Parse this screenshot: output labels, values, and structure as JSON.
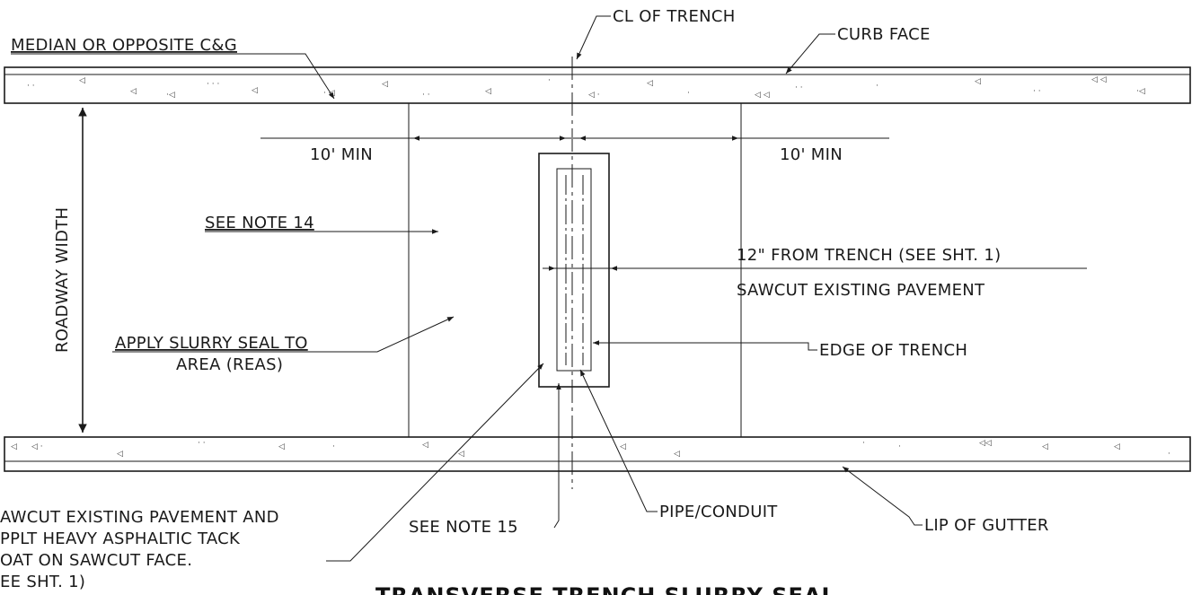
{
  "labels": {
    "cl_of_trench": "CL OF TRENCH",
    "curb_face": "CURB FACE",
    "median": "MEDIAN OR OPPOSITE C&G",
    "min_left": "10' MIN",
    "min_right": "10' MIN",
    "roadway_width": "ROADWAY WIDTH",
    "note14": "SEE NOTE 14",
    "from_trench": "12\" FROM TRENCH (SEE SHT. 1)",
    "sawcut_pavement": "SAWCUT EXISTING PAVEMENT",
    "slurry_line1": "APPLY SLURRY SEAL TO",
    "slurry_line2": "AREA (REAS)",
    "edge_of_trench": "EDGE OF TRENCH",
    "pipe_conduit": "PIPE/CONDUIT",
    "lip_of_gutter": "LIP OF GUTTER",
    "note15": "SEE NOTE 15",
    "sawcut_line1": "AWCUT EXISTING PAVEMENT AND",
    "sawcut_line2": "PPLT HEAVY ASPHALTIC TACK",
    "sawcut_line3": "OAT ON SAWCUT FACE.",
    "sawcut_line4": "EE SHT. 1)",
    "title": "TRANSVERSE TRENCH SLURRY SEAL"
  }
}
